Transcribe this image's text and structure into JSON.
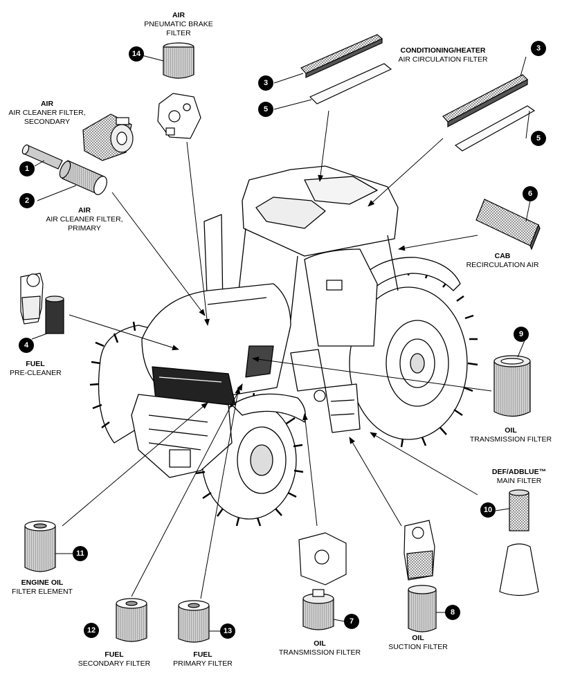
{
  "labels": {
    "air_pneumatic": {
      "title": "AIR",
      "line1": "PNEUMATIC BRAKE",
      "line2": "FILTER"
    },
    "conditioning": {
      "title": "CONDITIONING/HEATER",
      "line1": "AIR CIRCULATION FILTER"
    },
    "air_secondary": {
      "title": "AIR",
      "line1": "AIR CLEANER FILTER,",
      "line2": "SECONDARY"
    },
    "air_primary": {
      "title": "AIR",
      "line1": "AIR CLEANER FILTER,",
      "line2": "PRIMARY"
    },
    "cab": {
      "title": "CAB",
      "line1": "RECIRCULATION AIR"
    },
    "fuel_precleaner": {
      "title": "FUEL",
      "line1": "PRE-CLEANER"
    },
    "oil_transmission_right": {
      "title": "OIL",
      "line1": "TRANSMISSION FILTER"
    },
    "def": {
      "title": "DEF/ADBLUE™",
      "line1": "MAIN FILTER"
    },
    "engine_oil": {
      "title": "ENGINE OIL",
      "line1": "FILTER ELEMENT"
    },
    "fuel_secondary": {
      "title": "FUEL",
      "line1": "SECONDARY FILTER"
    },
    "fuel_primary": {
      "title": "FUEL",
      "line1": "PRIMARY FILTER"
    },
    "oil_transmission_bottom": {
      "title": "OIL",
      "line1": "TRANSMISSION FILTER"
    },
    "oil_suction": {
      "title": "OIL",
      "line1": "SUCTION FILTER"
    }
  },
  "callouts": {
    "c1": "1",
    "c2": "2",
    "c3a": "3",
    "c3b": "3",
    "c4": "4",
    "c5a": "5",
    "c5b": "5",
    "c6": "6",
    "c7": "7",
    "c8": "8",
    "c9": "9",
    "c10": "10",
    "c11": "11",
    "c12": "12",
    "c13": "13",
    "c14": "14"
  }
}
